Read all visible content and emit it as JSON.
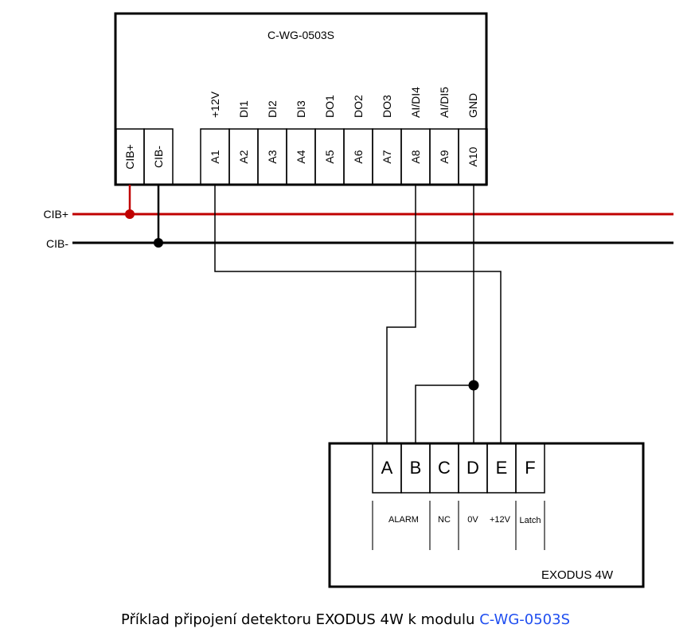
{
  "module": {
    "title": "C-WG-0503S",
    "bus_terminals": [
      "CIB+",
      "CIB-"
    ],
    "signal_labels": [
      "+12V",
      "DI1",
      "DI2",
      "DI3",
      "DO1",
      "DO2",
      "DO3",
      "AI/DI4",
      "AI/DI5",
      "GND"
    ],
    "terminals": [
      "A1",
      "A2",
      "A3",
      "A4",
      "A5",
      "A6",
      "A7",
      "A8",
      "A9",
      "A10"
    ]
  },
  "bus": {
    "plus_label": "CIB+",
    "minus_label": "CIB-",
    "plus_color": "#c00000",
    "minus_color": "#000000"
  },
  "detector": {
    "title": "EXODUS 4W",
    "terminals": [
      "A",
      "B",
      "C",
      "D",
      "E",
      "F"
    ],
    "functions": [
      "ALARM",
      "NC",
      "0V",
      "+12V",
      "Latch"
    ]
  },
  "caption": {
    "text": "Příklad připojení detektoru EXODUS 4W k modulu ",
    "link": "C-WG-0503S",
    "link_color": "#1f4ef0"
  }
}
